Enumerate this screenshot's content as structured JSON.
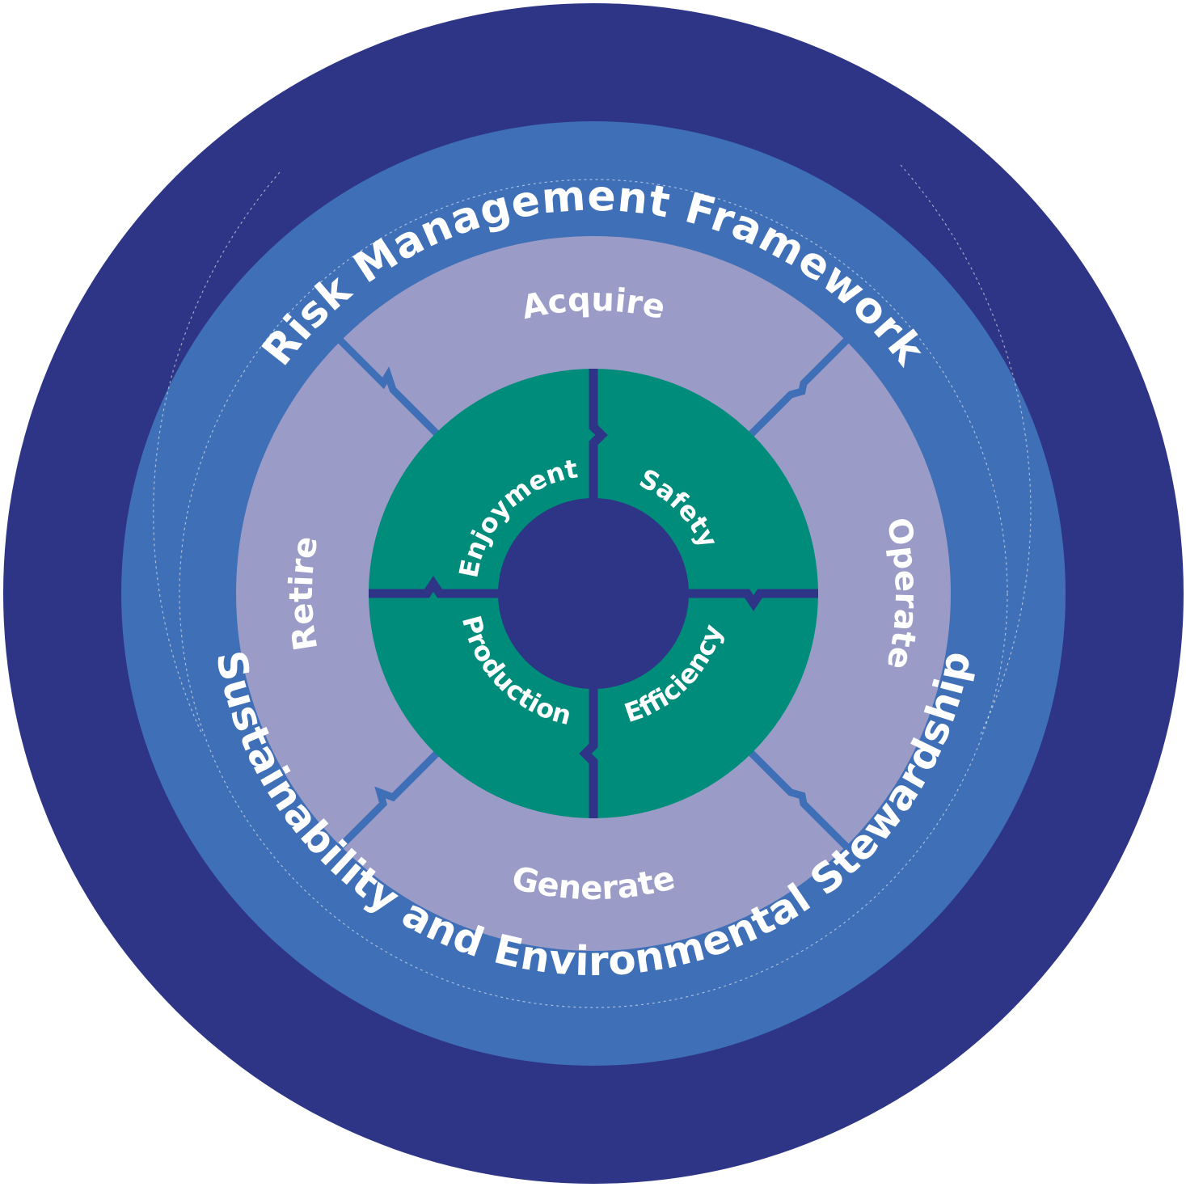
{
  "outer_ring": {
    "top_label": "Risk Management Framework"
  },
  "blue_ring": {
    "bottom_label": "Sustainability and Environmental Stewardship"
  },
  "lifecycle": {
    "top": "Acquire",
    "right": "Operate",
    "bottom": "Generate",
    "left": "Retire"
  },
  "core": {
    "top_left": "Enjoyment",
    "top_right": "Safety",
    "bottom_right": "Production",
    "bottom_left": "Efficiency"
  },
  "colors": {
    "outer_ring": "#2e3586",
    "blue_ring": "#3f6fb7",
    "lifecycle_ring": "#9a9bc6",
    "core_ring": "#008c7a",
    "center": "#2e3586",
    "divider": "#3f6fb7",
    "core_divider": "#2e3586",
    "text": "#ffffff"
  }
}
